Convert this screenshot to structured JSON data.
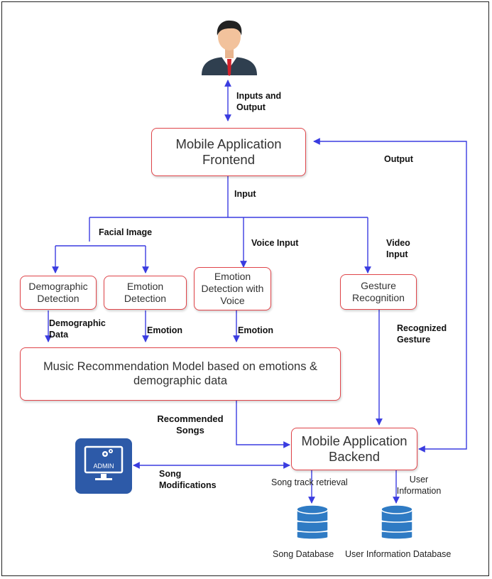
{
  "nodes": {
    "frontend": "Mobile Application\nFrontend",
    "demographic_detection": "Demographic\nDetection",
    "emotion_detection": "Emotion\nDetection",
    "emotion_voice": "Emotion\nDetection with\nVoice",
    "gesture_recognition": "Gesture\nRecognition",
    "recommendation_model": "Music Recommendation Model based on emotions &\ndemographic data",
    "backend": "Mobile Application\nBackend",
    "song_db": "Song Database",
    "user_db": "User Information Database"
  },
  "edge_labels": {
    "inputs_output": "Inputs and\nOutput",
    "input": "Input",
    "output": "Output",
    "facial_image": "Facial Image",
    "voice_input": "Voice Input",
    "video_input": "Video\nInput",
    "demographic_data": "Demographic\nData",
    "emotion_1": "Emotion",
    "emotion_2": "Emotion",
    "recognized_gesture": "Recognized\nGesture",
    "recommended_songs": "Recommended\nSongs",
    "song_modifications": "Song\nModifications",
    "song_track_retrieval": "Song track retrieval",
    "user_information": "User\nInformation"
  },
  "admin_icon_text": "ADMIN",
  "colors": {
    "arrow": "#3a3ce0",
    "box_border": "#e0454a",
    "admin_bg": "#2d5aa8",
    "database": "#2f7bc4"
  },
  "icons": [
    "user-avatar-icon",
    "admin-monitor-icon",
    "database-icon",
    "database-icon"
  ]
}
